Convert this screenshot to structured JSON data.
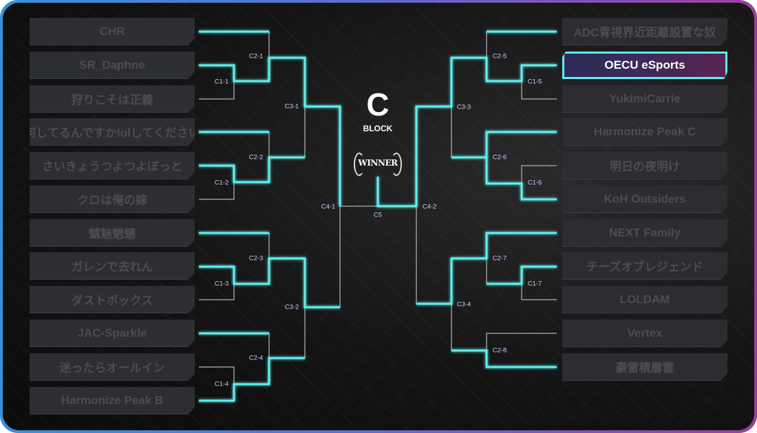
{
  "block": {
    "letter": "C",
    "label": "BLOCK",
    "winner_label": "WINNER"
  },
  "colors": {
    "accent": "#5ff0f0",
    "loser_line": "#9a9a9a",
    "label": "#c9cdfa"
  },
  "left_teams": [
    "CHR",
    "SR_Daphne",
    "狩りこそは正義",
    "何してるんですかlolしてください",
    "さいきょうつよつよぼっと",
    "クロは俺の嫁",
    "魑魅魍魎",
    "ガレンで去れん",
    "ダストボックス",
    "JAC-Sparkle",
    "迷ったらオールイン",
    "Harmonize Peak B"
  ],
  "right_teams": [
    "ADC青視界近距離設置な奴",
    "OECU eSports",
    "YukimiCarrie",
    "Harmonize Peak C",
    "明日の夜明け",
    "KoH Outsiders",
    "NEXT Family",
    "チーズオブレジェンド",
    "LOLDAM",
    "Vertex",
    "豪雷積層雲"
  ],
  "highlighted_team": "OECU eSports",
  "matches": {
    "C1-1": "C1-1",
    "C1-2": "C1-2",
    "C1-3": "C1-3",
    "C1-4": "C1-4",
    "C1-5": "C1-5",
    "C1-6": "C1-6",
    "C1-7": "C1-7",
    "C2-1": "C2-1",
    "C2-2": "C2-2",
    "C2-3": "C2-3",
    "C2-4": "C2-4",
    "C2-5": "C2-5",
    "C2-6": "C2-6",
    "C2-7": "C2-7",
    "C2-8": "C2-8",
    "C3-1": "C3-1",
    "C3-2": "C3-2",
    "C3-3": "C3-3",
    "C3-4": "C3-4",
    "C4-1": "C4-1",
    "C4-2": "C4-2",
    "C5": "C5"
  }
}
